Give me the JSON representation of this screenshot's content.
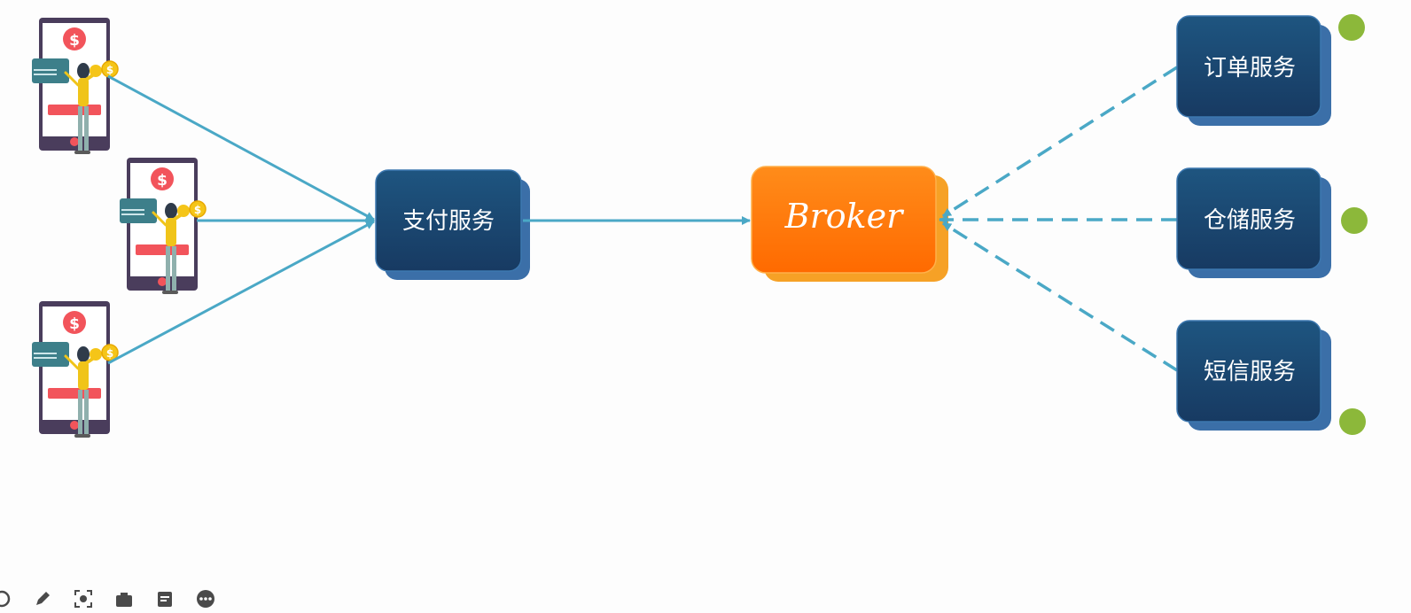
{
  "diagram": {
    "payment_service": "支付服务",
    "broker": "Broker",
    "consumers": [
      {
        "label": "订单服务"
      },
      {
        "label": "仓储服务"
      },
      {
        "label": "短信服务"
      }
    ],
    "phone_symbol": "$",
    "coin_symbol": "$"
  },
  "colors": {
    "service_box": "#1d4a72",
    "service_shadow": "#3b6fa8",
    "broker_box": "#ff7a0a",
    "broker_shadow": "#f6a126",
    "arrow": "#4aa8c6",
    "status_dot": "#8cb83a",
    "phone_frame": "#4a3d5c",
    "dollar_badge": "#f2545b",
    "coin": "#f5c518"
  },
  "toolbar": {
    "icons": [
      "eye-icon",
      "pen-icon",
      "screenshot-icon",
      "camera-icon",
      "note-icon",
      "more-icon"
    ]
  }
}
